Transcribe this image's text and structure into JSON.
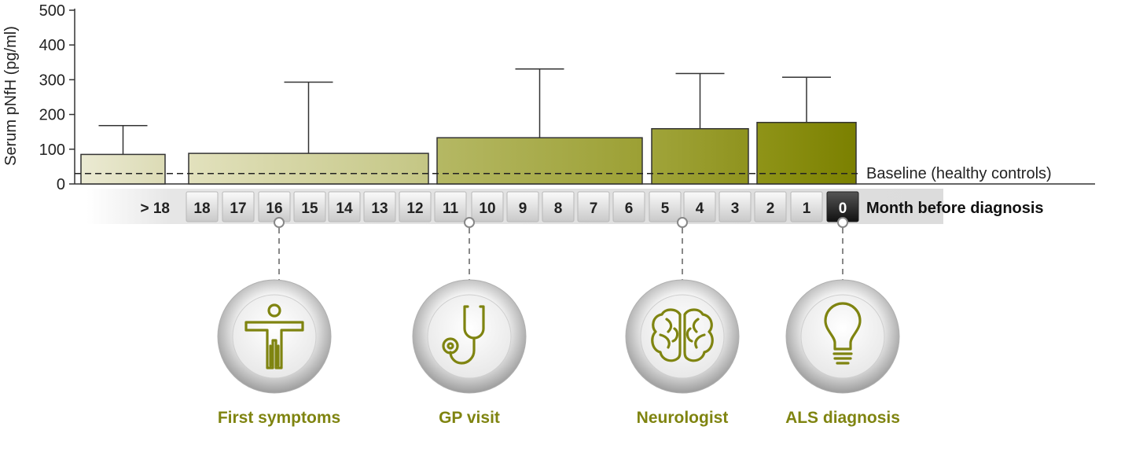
{
  "chart_data": {
    "type": "bar",
    "ylabel": "Serum pNfH (pg/ml)",
    "ylim": [
      0,
      500
    ],
    "yticks": [
      0,
      100,
      200,
      300,
      400,
      500
    ],
    "xlabel": "Month before diagnosis",
    "month_labels": [
      "> 18",
      "18",
      "17",
      "16",
      "15",
      "14",
      "13",
      "12",
      "11",
      "10",
      "9",
      "8",
      "7",
      "6",
      "5",
      "4",
      "3",
      "2",
      "1",
      "0"
    ],
    "bars": [
      {
        "range": [
          "> 18"
        ],
        "value": 85,
        "error_upper": 168,
        "color": "#e4e2c3"
      },
      {
        "range": [
          "18",
          "12"
        ],
        "value": 88,
        "error_upper": 293,
        "color": "#d6d59f"
      },
      {
        "range": [
          "11",
          "6"
        ],
        "value": 133,
        "error_upper": 331,
        "color": "#a9ad4e"
      },
      {
        "range": [
          "5",
          "3"
        ],
        "value": 159,
        "error_upper": 318,
        "color": "#979b2a"
      },
      {
        "range": [
          "2",
          "0"
        ],
        "value": 177,
        "error_upper": 307,
        "color": "#858a06"
      }
    ],
    "baseline": {
      "value": 30,
      "label": "Baseline (healthy controls)"
    },
    "events": [
      {
        "label": "First symptoms",
        "month": "16",
        "icon": "person-icon"
      },
      {
        "label": "GP visit",
        "month": "11",
        "icon": "stethoscope-icon"
      },
      {
        "label": "Neurologist",
        "month": "4",
        "icon": "brain-icon"
      },
      {
        "label": "ALS diagnosis",
        "month": "0",
        "icon": "lightbulb-icon"
      }
    ],
    "grid": false,
    "accent_color": "#7f8410"
  }
}
